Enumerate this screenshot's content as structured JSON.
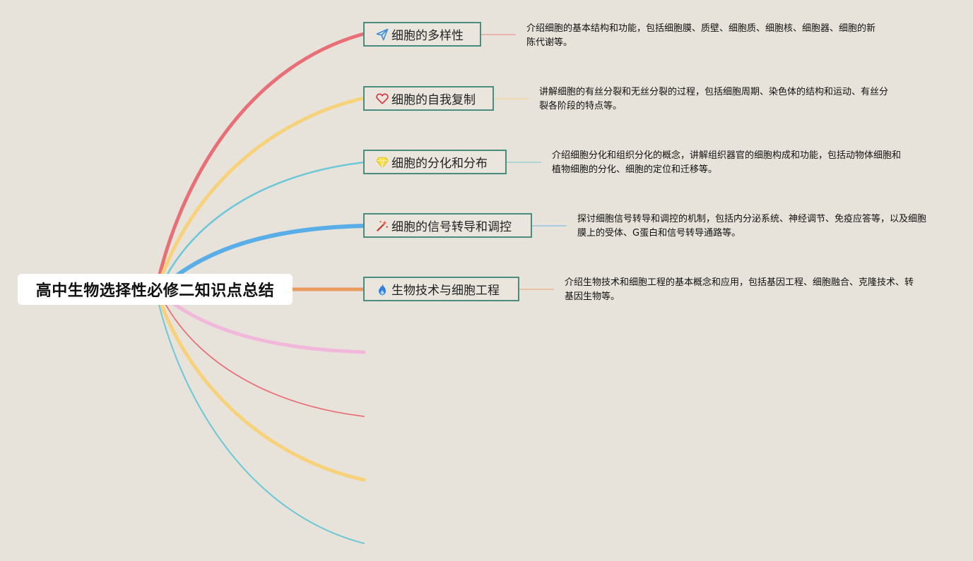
{
  "root": {
    "title": "高中生物选择性必修二知识点总结"
  },
  "topics": [
    {
      "label": "细胞的多样性",
      "icon": "paper-plane-icon",
      "color": "#e96f77",
      "description": "介绍细胞的基本结构和功能，包括细胞膜、质壁、细胞质、细胞核、细胞器、细胞的新陈代谢等。"
    },
    {
      "label": "细胞的自我复制",
      "icon": "heart-icon",
      "color": "#f7d27a",
      "description": "讲解细胞的有丝分裂和无丝分裂的过程，包括细胞周期、染色体的结构和运动、有丝分裂各阶段的特点等。"
    },
    {
      "label": "细胞的分化和分布",
      "icon": "diamond-icon",
      "color": "#6cc8d9",
      "description": "介绍细胞分化和组织分化的概念，讲解组织器官的细胞构成和功能，包括动物体细胞和植物细胞的分化、细胞的定位和迁移等。"
    },
    {
      "label": "细胞的信号转导和调控",
      "icon": "magic-wand-icon",
      "color": "#5aaee8",
      "description": "探讨细胞信号转导和调控的机制，包括内分泌系统、神经调节、免疫应答等，以及细胞膜上的受体、G蛋白和信号转导通路等。"
    },
    {
      "label": "生物技术与细胞工程",
      "icon": "flame-icon",
      "color": "#eb9a5f",
      "description": "介绍生物技术和细胞工程的基本概念和应用，包括基因工程、细胞融合、克隆技术、转基因生物等。"
    }
  ],
  "empty_branch_colors": [
    "#f2b8dc",
    "#e96f77",
    "#f7d27a",
    "#6cc8d9"
  ]
}
